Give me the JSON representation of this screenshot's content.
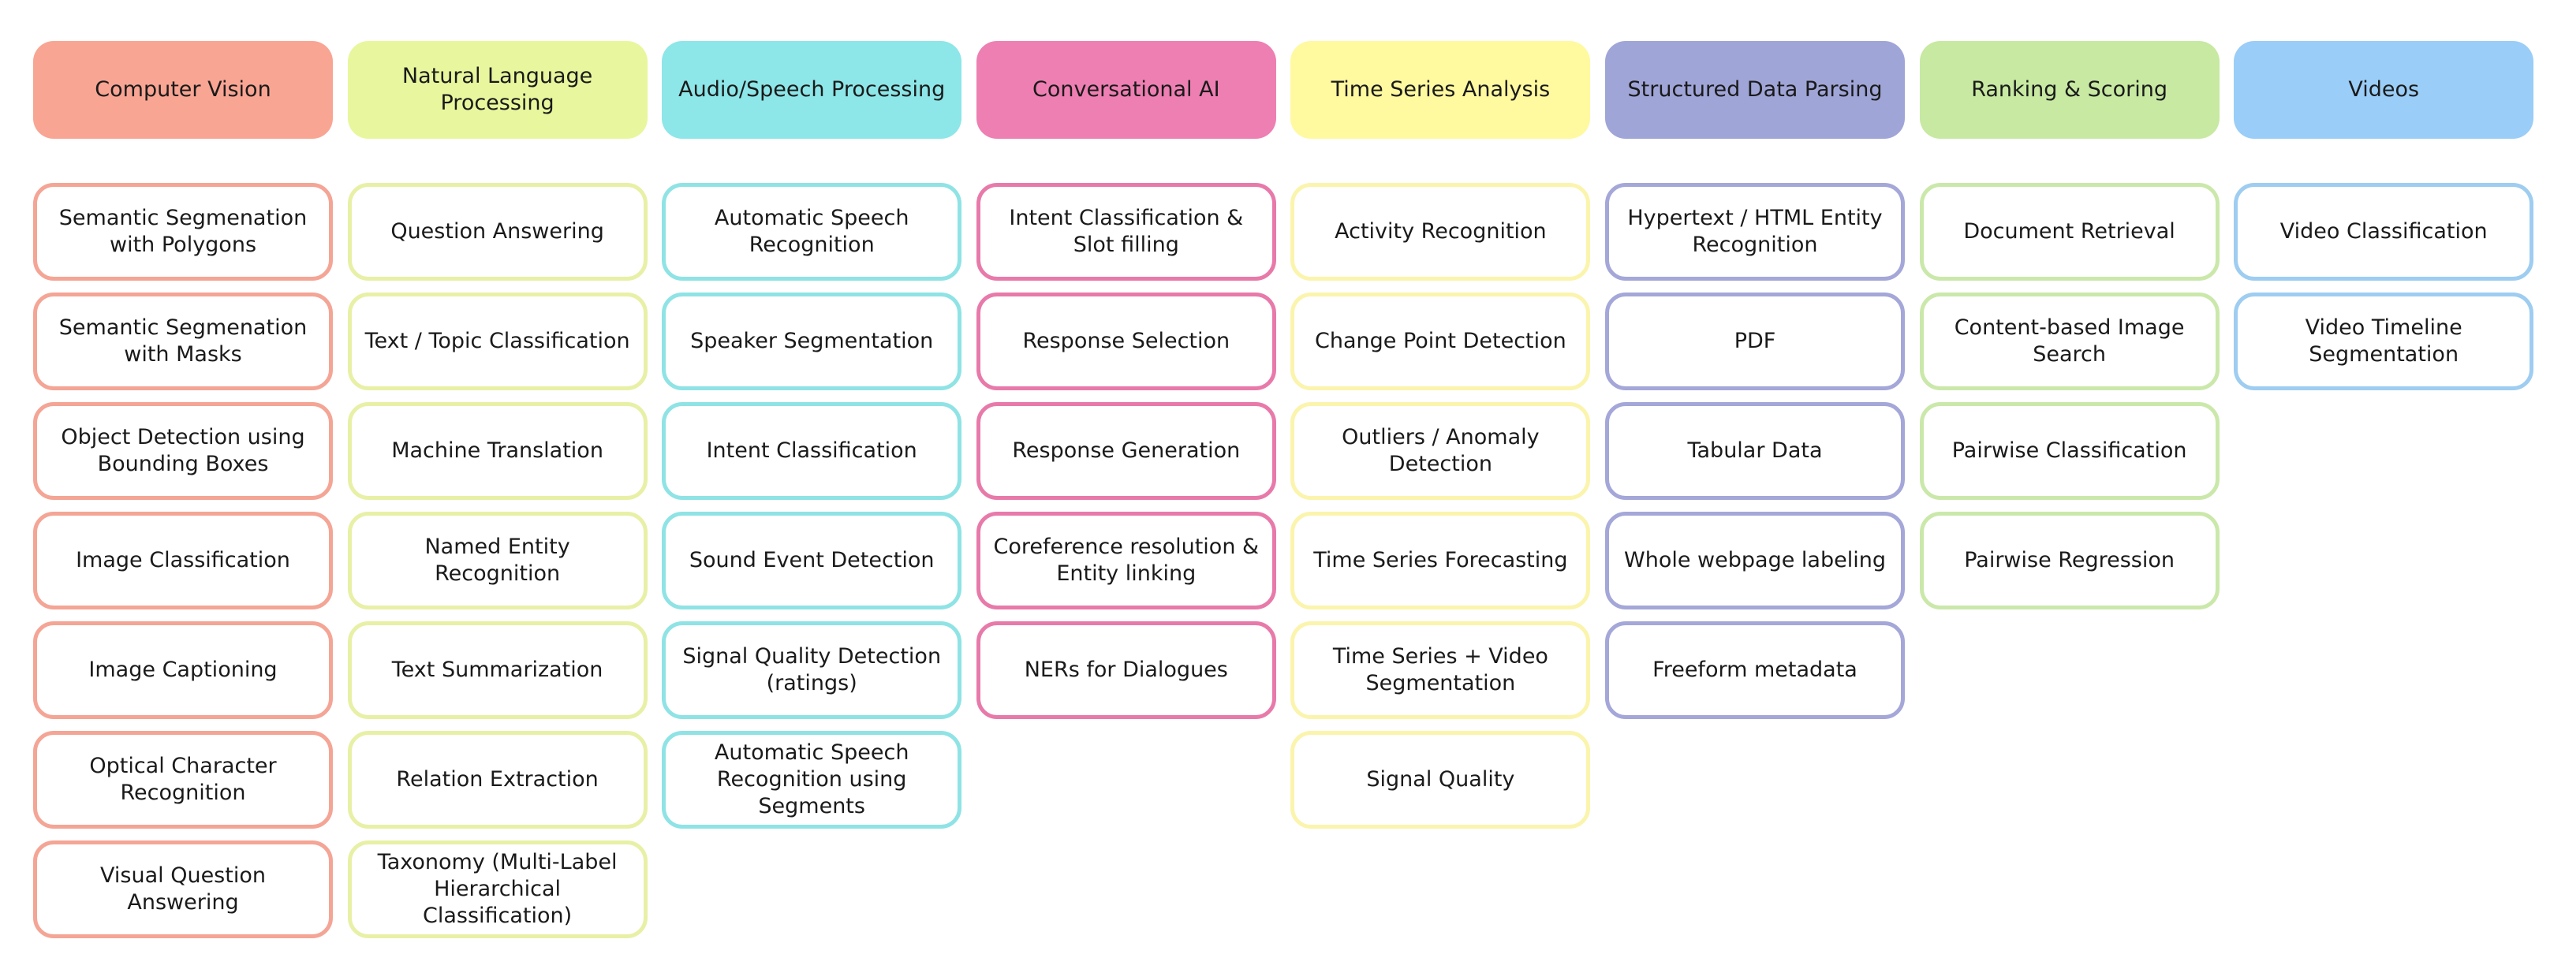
{
  "columns": [
    {
      "title": "Computer Vision",
      "fill": "#f9a593",
      "border": "#f4a595",
      "items": [
        "Semantic Segmenation with Polygons",
        "Semantic Segmenation with Masks",
        "Object Detection using Bounding Boxes",
        "Image Classification",
        "Image Captioning",
        "Optical Character Recognition",
        "Visual Question Answering"
      ]
    },
    {
      "title": "Natural Language Processing",
      "fill": "#e8f79d",
      "border": "#e8f0a6",
      "items": [
        "Question Answering",
        "Text / Topic Classification",
        "Machine Translation",
        "Named Entity Recognition",
        "Text Summarization",
        "Relation Extraction",
        "Taxonomy (Multi-Label Hierarchical Classification)"
      ]
    },
    {
      "title": "Audio/Speech Processing",
      "fill": "#8de6e8",
      "border": "#8fe3e5",
      "items": [
        "Automatic Speech Recognition",
        "Speaker Segmentation",
        "Intent Classification",
        "Sound Event Detection",
        "Signal Quality Detection (ratings)",
        "Automatic Speech Recognition using Segments"
      ]
    },
    {
      "title": "Conversational AI",
      "fill": "#ee7fb2",
      "border": "#e87aaa",
      "items": [
        "Intent Classification & Slot filling",
        "Response Selection",
        "Response Generation",
        "Coreference resolution & Entity linking",
        "NERs for Dialogues"
      ]
    },
    {
      "title": "Time Series Analysis",
      "fill": "#fff9a0",
      "border": "#fbf4ad",
      "items": [
        "Activity Recognition",
        "Change Point Detection",
        "Outliers / Anomaly Detection",
        "Time Series Forecasting",
        "Time Series + Video Segmentation",
        "Signal Quality"
      ]
    },
    {
      "title": "Structured Data Parsing",
      "fill": "#a0a5d8",
      "border": "#a4a7d8",
      "items": [
        "Hypertext / HTML Entity Recognition",
        "PDF",
        "Tabular Data",
        "Whole webpage labeling",
        "Freeform metadata"
      ]
    },
    {
      "title": "Ranking & Scoring",
      "fill": "#c7e9a2",
      "border": "#cbe8ab",
      "items": [
        "Document Retrieval",
        "Content-based Image Search",
        "Pairwise Classification",
        "Pairwise Regression"
      ]
    },
    {
      "title": "Videos",
      "fill": "#9acdf7",
      "border": "#9ecdf1",
      "items": [
        "Video Classification",
        "Video Timeline Segmentation"
      ]
    }
  ]
}
